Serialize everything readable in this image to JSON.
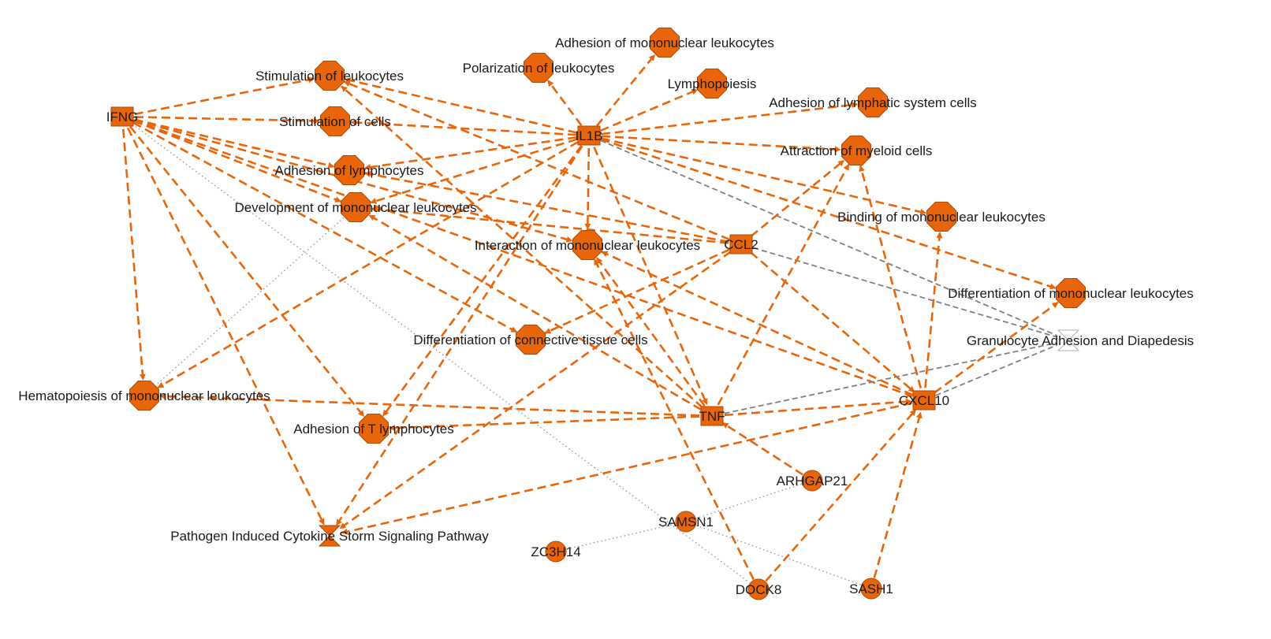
{
  "colors": {
    "node_fill": "#E8650A",
    "node_stroke": "#A84A08",
    "edge_activation": "#E8650A",
    "edge_gray": "#808080",
    "edge_dotted": "#999999",
    "label": "#1a1a1a"
  },
  "nodes": [
    {
      "id": "IFNG",
      "label": "IFNG",
      "shape": "rectangle"
    },
    {
      "id": "IL1B",
      "label": "IL1B",
      "shape": "rectangle"
    },
    {
      "id": "CCL2",
      "label": "CCL2",
      "shape": "rectangle"
    },
    {
      "id": "TNF",
      "label": "TNF",
      "shape": "rectangle"
    },
    {
      "id": "CXCL10",
      "label": "CXCL10",
      "shape": "rectangle"
    },
    {
      "id": "ARHGAP21",
      "label": "ARHGAP21",
      "shape": "circle"
    },
    {
      "id": "SAMSN1",
      "label": "SAMSN1",
      "shape": "circle"
    },
    {
      "id": "ZC3H14",
      "label": "ZC3H14",
      "shape": "circle"
    },
    {
      "id": "DOCK8",
      "label": "DOCK8",
      "shape": "circle"
    },
    {
      "id": "SASH1",
      "label": "SASH1",
      "shape": "circle"
    },
    {
      "id": "stim_leuk",
      "label": "Stimulation of leukocytes",
      "shape": "octagon"
    },
    {
      "id": "stim_cells",
      "label": "Stimulation of cells",
      "shape": "octagon"
    },
    {
      "id": "adh_lymph",
      "label": "Adhesion of lymphocytes",
      "shape": "octagon"
    },
    {
      "id": "dev_mono",
      "label": "Development of mononuclear leukocytes",
      "shape": "octagon"
    },
    {
      "id": "polar",
      "label": "Polarization of leukocytes",
      "shape": "octagon"
    },
    {
      "id": "adh_mono",
      "label": "Adhesion of mononuclear leukocytes",
      "shape": "octagon"
    },
    {
      "id": "lympho",
      "label": "Lymphopoiesis",
      "shape": "octagon"
    },
    {
      "id": "adh_lsys",
      "label": "Adhesion of lymphatic system cells",
      "shape": "octagon"
    },
    {
      "id": "attr_myel",
      "label": "Attraction of myeloid cells",
      "shape": "octagon"
    },
    {
      "id": "bind_mono",
      "label": "Binding of mononuclear leukocytes",
      "shape": "octagon"
    },
    {
      "id": "inter_mono",
      "label": "Interaction of mononuclear leukocytes",
      "shape": "octagon"
    },
    {
      "id": "diff_mono",
      "label": "Differentiation of mononuclear leukocytes",
      "shape": "octagon"
    },
    {
      "id": "diff_conn",
      "label": "Differentiation of connective tissue cells",
      "shape": "octagon"
    },
    {
      "id": "hema_mono",
      "label": "Hematopoiesis of mononuclear leukocytes",
      "shape": "octagon"
    },
    {
      "id": "adh_t",
      "label": "Adhesion of T lymphocytes",
      "shape": "octagon"
    },
    {
      "id": "pathogen",
      "label": "Pathogen Induced Cytokine Storm Signaling Pathway",
      "shape": "hourglass-filled"
    },
    {
      "id": "granulo",
      "label": "Granulocyte Adhesion and Diapedesis",
      "shape": "hourglass-outline"
    }
  ],
  "edges": [
    {
      "from": "IFNG",
      "to": "stim_leuk",
      "type": "activation"
    },
    {
      "from": "IFNG",
      "to": "stim_cells",
      "type": "activation"
    },
    {
      "from": "IFNG",
      "to": "adh_lymph",
      "type": "activation"
    },
    {
      "from": "IFNG",
      "to": "dev_mono",
      "type": "activation"
    },
    {
      "from": "IFNG",
      "to": "inter_mono",
      "type": "activation"
    },
    {
      "from": "IFNG",
      "to": "diff_conn",
      "type": "activation"
    },
    {
      "from": "IFNG",
      "to": "hema_mono",
      "type": "activation"
    },
    {
      "from": "IFNG",
      "to": "adh_t",
      "type": "activation"
    },
    {
      "from": "IFNG",
      "to": "pathogen",
      "type": "activation"
    },
    {
      "from": "IFNG",
      "to": "CXCL10",
      "type": "activation"
    },
    {
      "from": "IFNG",
      "to": "DOCK8",
      "type": "dotted"
    },
    {
      "from": "IL1B",
      "to": "stim_leuk",
      "type": "activation"
    },
    {
      "from": "IL1B",
      "to": "stim_cells",
      "type": "activation"
    },
    {
      "from": "IL1B",
      "to": "adh_lymph",
      "type": "activation"
    },
    {
      "from": "IL1B",
      "to": "dev_mono",
      "type": "activation"
    },
    {
      "from": "IL1B",
      "to": "polar",
      "type": "activation"
    },
    {
      "from": "IL1B",
      "to": "adh_mono",
      "type": "activation"
    },
    {
      "from": "IL1B",
      "to": "lympho",
      "type": "activation"
    },
    {
      "from": "IL1B",
      "to": "adh_lsys",
      "type": "activation"
    },
    {
      "from": "IL1B",
      "to": "attr_myel",
      "type": "activation"
    },
    {
      "from": "IL1B",
      "to": "bind_mono",
      "type": "activation"
    },
    {
      "from": "IL1B",
      "to": "inter_mono",
      "type": "activation"
    },
    {
      "from": "IL1B",
      "to": "diff_mono",
      "type": "activation"
    },
    {
      "from": "IL1B",
      "to": "hema_mono",
      "type": "activation"
    },
    {
      "from": "IL1B",
      "to": "adh_t",
      "type": "activation"
    },
    {
      "from": "IL1B",
      "to": "pathogen",
      "type": "activation"
    },
    {
      "from": "IL1B",
      "to": "TNF",
      "type": "activation"
    },
    {
      "from": "IL1B",
      "to": "granulo",
      "type": "gray"
    },
    {
      "from": "CCL2",
      "to": "stim_leuk",
      "type": "activation"
    },
    {
      "from": "CCL2",
      "to": "adh_lymph",
      "type": "activation"
    },
    {
      "from": "CCL2",
      "to": "dev_mono",
      "type": "activation"
    },
    {
      "from": "CCL2",
      "to": "attr_myel",
      "type": "activation"
    },
    {
      "from": "CCL2",
      "to": "diff_conn",
      "type": "activation"
    },
    {
      "from": "CCL2",
      "to": "pathogen",
      "type": "activation"
    },
    {
      "from": "CCL2",
      "to": "CXCL10",
      "type": "activation"
    },
    {
      "from": "CCL2",
      "to": "granulo",
      "type": "gray"
    },
    {
      "from": "TNF",
      "to": "stim_leuk",
      "type": "activation"
    },
    {
      "from": "TNF",
      "to": "dev_mono",
      "type": "activation"
    },
    {
      "from": "TNF",
      "to": "hema_mono",
      "type": "activation"
    },
    {
      "from": "TNF",
      "to": "inter_mono",
      "type": "activation"
    },
    {
      "from": "TNF",
      "to": "attr_myel",
      "type": "activation"
    },
    {
      "from": "TNF",
      "to": "adh_t",
      "type": "activation"
    },
    {
      "from": "TNF",
      "to": "CXCL10",
      "type": "activation"
    },
    {
      "from": "TNF",
      "to": "granulo",
      "type": "gray"
    },
    {
      "from": "CXCL10",
      "to": "attr_myel",
      "type": "activation"
    },
    {
      "from": "CXCL10",
      "to": "bind_mono",
      "type": "activation"
    },
    {
      "from": "CXCL10",
      "to": "diff_mono",
      "type": "activation"
    },
    {
      "from": "CXCL10",
      "to": "inter_mono",
      "type": "activation"
    },
    {
      "from": "CXCL10",
      "to": "pathogen",
      "type": "activation"
    },
    {
      "from": "CXCL10",
      "to": "granulo",
      "type": "gray"
    },
    {
      "from": "ARHGAP21",
      "to": "TNF",
      "type": "activation"
    },
    {
      "from": "ARHGAP21",
      "to": "SAMSN1",
      "type": "dotted"
    },
    {
      "from": "SAMSN1",
      "to": "ZC3H14",
      "type": "dotted"
    },
    {
      "from": "SAMSN1",
      "to": "SASH1",
      "type": "dotted"
    },
    {
      "from": "DOCK8",
      "to": "inter_mono",
      "type": "activation"
    },
    {
      "from": "DOCK8",
      "to": "CXCL10",
      "type": "activation"
    },
    {
      "from": "SASH1",
      "to": "CXCL10",
      "type": "activation"
    },
    {
      "from": "dev_mono",
      "to": "hema_mono",
      "type": "dotted"
    }
  ]
}
